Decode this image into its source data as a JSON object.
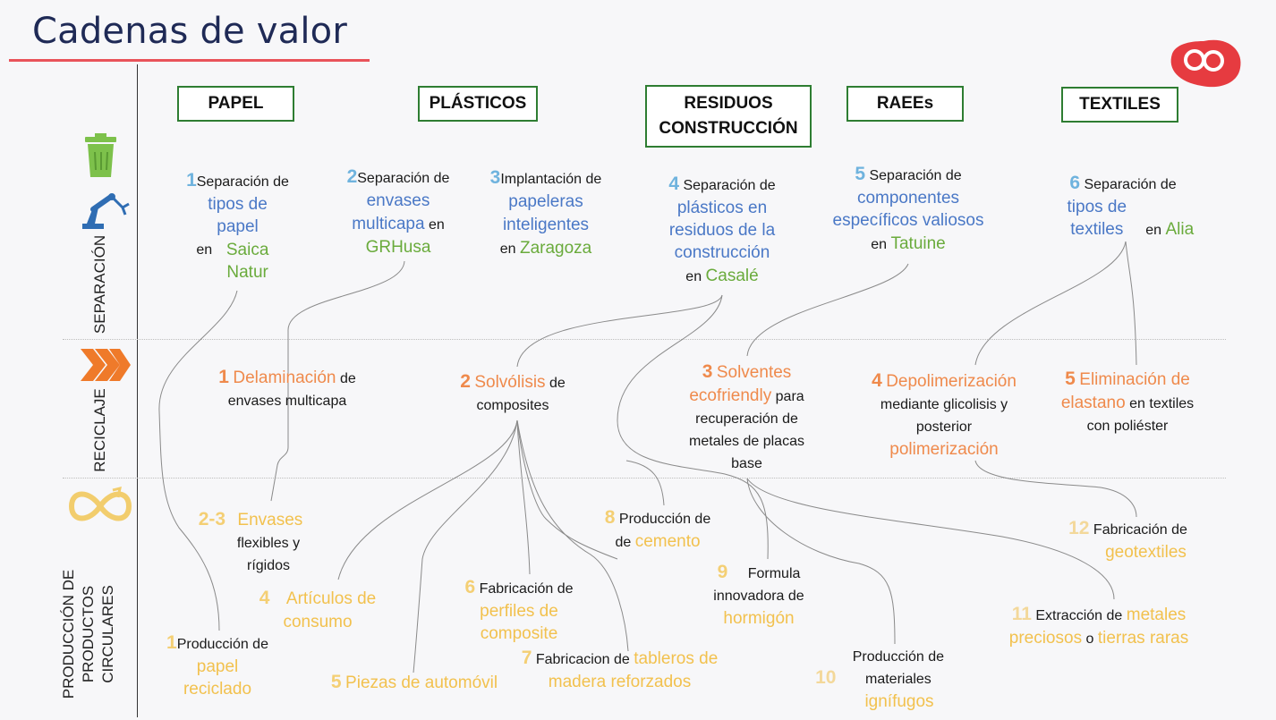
{
  "title": "Cadenas de valor",
  "brand_color": "#e9535a",
  "logo_icon": "two-loops-logo-icon",
  "categories": {
    "papel": "PAPEL",
    "plasticos": "PLÁSTICOS",
    "residuos_1": "RESIDUOS",
    "residuos_2": "CONSTRUCCIÓN",
    "raees": "RAEEs",
    "textiles": "TEXTILES"
  },
  "rows": {
    "separacion": "SEPARACIÓN",
    "reciclaje": "RECICLAJE",
    "produccion": "PRODUCCIÓN DE\nPRODUCTOS\nCIRCULARES"
  },
  "row_icons": [
    "recycle-bin-icon",
    "robot-arm-icon",
    "chevrons-icon",
    "infinity-icon"
  ],
  "separacion": [
    {
      "num": "1",
      "pre": "Separación de",
      "hl1": "tipos de papel",
      "mid": "en",
      "hl2": "Saica Natur"
    },
    {
      "num": "2",
      "pre": "Separación de",
      "hl1": "envases multicapa",
      "mid": "en",
      "hl2": "GRHusa"
    },
    {
      "num": "3",
      "pre": "Implantación de",
      "hl1": "papeleras inteligentes",
      "mid": "en",
      "hl2": "Zaragoza"
    },
    {
      "num": "4",
      "pre": "Separación de",
      "hl1": "plásticos en residuos de la construcción",
      "mid": "en",
      "hl2": "Casalé"
    },
    {
      "num": "5",
      "pre": "Separación de",
      "hl1": "componentes específicos valiosos",
      "mid": "en",
      "hl2": "Tatuine"
    },
    {
      "num": "6",
      "pre": "Separación de",
      "hl1": "tipos de textiles",
      "mid": "en",
      "hl2": "Alia"
    }
  ],
  "reciclaje": [
    {
      "num": "1",
      "hl": "Delaminación",
      "rest": "de envases multicapa"
    },
    {
      "num": "2",
      "hl": "Solvólisis",
      "rest": "de composites"
    },
    {
      "num": "3",
      "hl": "Solventes ecofriendly",
      "rest": "para recuperación de metales de placas base"
    },
    {
      "num": "4",
      "hl": "Depolimerización",
      "rest": "mediante glicolisis y posterior",
      "hl2": "polimerización"
    },
    {
      "num": "5",
      "hl": "Eliminación de elastano",
      "rest": "en textiles con poliéster"
    }
  ],
  "produccion": [
    {
      "num": "1",
      "pre": "Producción de",
      "hl": "papel reciclado"
    },
    {
      "num": "2-3",
      "hl": "Envases",
      "rest": "flexibles y rígidos"
    },
    {
      "num": "4",
      "hl": "Artículos de consumo"
    },
    {
      "num": "5",
      "hl": "Piezas de automóvil"
    },
    {
      "num": "6",
      "pre": "Fabricación de",
      "hl": "perfiles de composite"
    },
    {
      "num": "7",
      "pre": "Fabricacion de",
      "hl": "tableros de madera reforzados"
    },
    {
      "num": "8",
      "pre": "Producción de",
      "hl": "cemento"
    },
    {
      "num": "9",
      "pre": "Formula innovadora de",
      "hl": "hormigón"
    },
    {
      "num": "10",
      "pre": "Producción de materiales",
      "hl": "ignífugos"
    },
    {
      "num": "11",
      "pre": "Extracción de",
      "hl": "metales preciosos",
      "mid": "o",
      "hl2": "tierras raras"
    },
    {
      "num": "12",
      "pre": "Fabricación de",
      "hl": "geotextiles"
    }
  ]
}
